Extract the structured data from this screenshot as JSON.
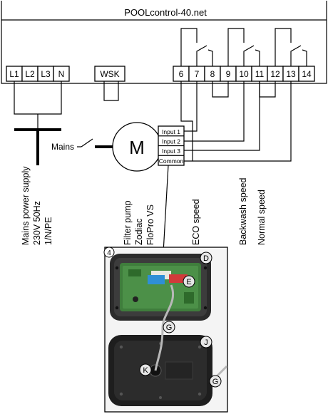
{
  "controller": {
    "title": "POOLcontrol-40.net",
    "mains_terminals": [
      "L1",
      "L2",
      "L3",
      "N"
    ],
    "wsk_terminal": "WSK",
    "relay_terminals": [
      "6",
      "7",
      "8",
      "9",
      "10",
      "11",
      "12",
      "13",
      "14"
    ]
  },
  "motor": {
    "symbol": "M",
    "mains_label": "Mains",
    "inputs": [
      "Input 1",
      "Input 2",
      "Input 3",
      "Common"
    ]
  },
  "labels": {
    "power_supply": [
      "Mains power supply",
      "230V 50Hz",
      "1/N/PE"
    ],
    "pump": [
      "Filter pump",
      "Zodiac",
      "FloPro VS"
    ],
    "eco": "ECO speed",
    "backwash": "Backwash speed",
    "normal": "Normal speed"
  },
  "photo": {
    "callouts": [
      "4",
      "D",
      "E",
      "G",
      "J",
      "K",
      "G"
    ]
  }
}
